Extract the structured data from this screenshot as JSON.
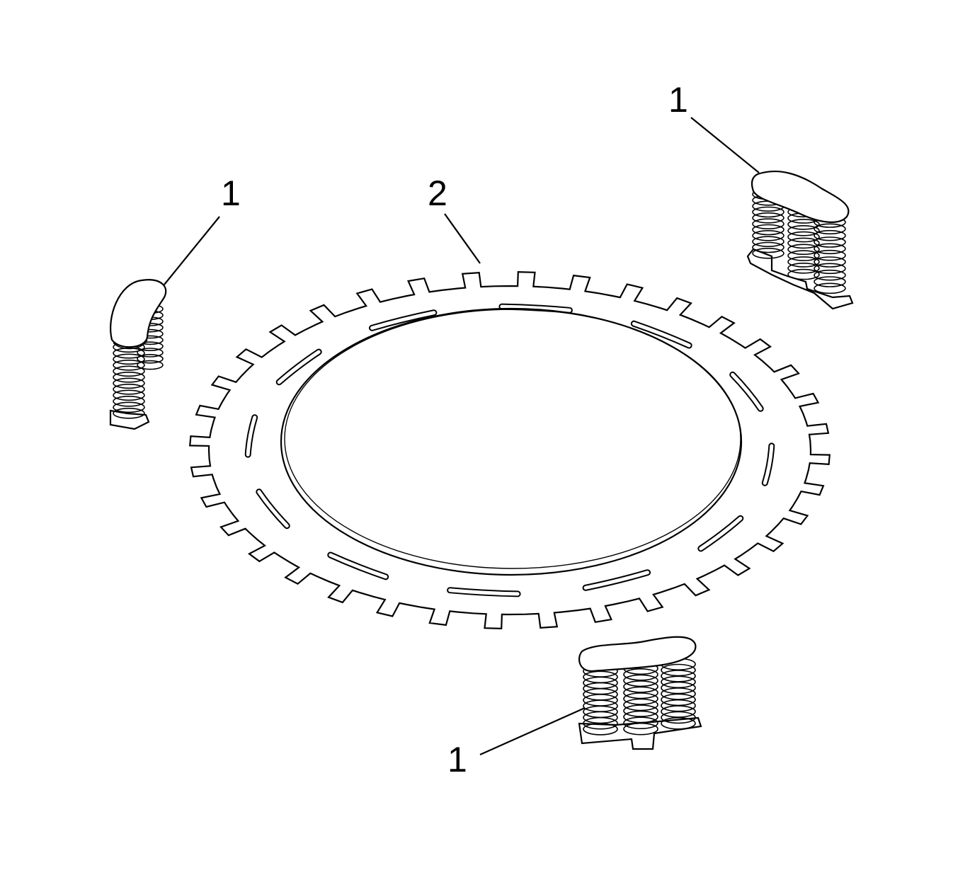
{
  "colors": {
    "ink": "#000000",
    "paper": "#ffffff"
  },
  "callouts": {
    "spring_left": "1",
    "spring_right": "1",
    "spring_bottom": "1",
    "plate": "2"
  },
  "parts": {
    "spring_assembly_count": 3,
    "plate_tab_count": 36,
    "plate_slot_count": 12
  }
}
